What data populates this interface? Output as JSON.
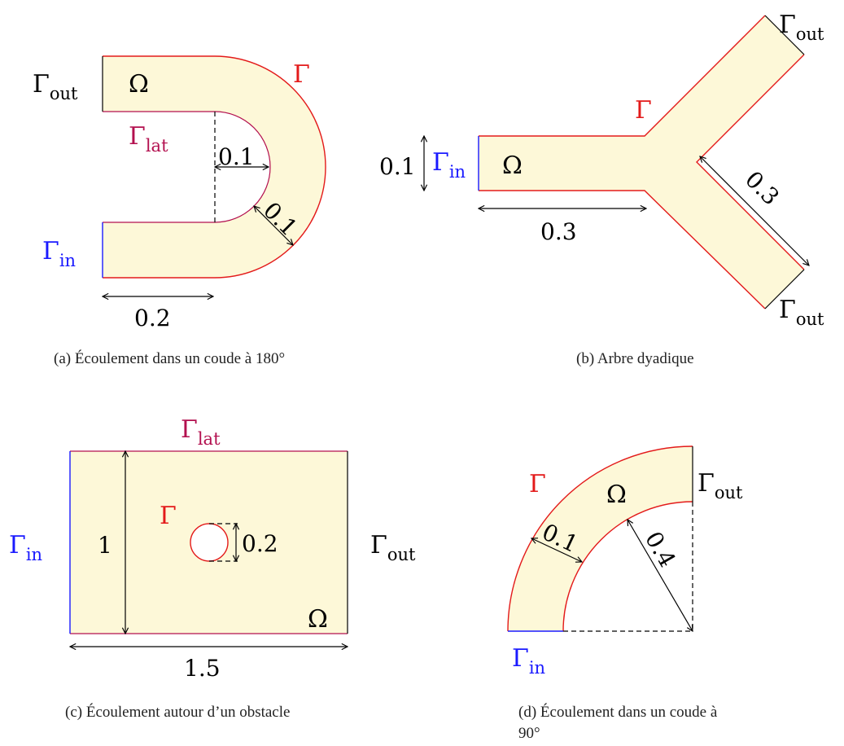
{
  "colors": {
    "domain_fill": "#fdf8d8",
    "wall": "#e31a1a",
    "inlet": "#1a1aff",
    "lateral": "#b3104f",
    "outlet": "#000000"
  },
  "panel_a": {
    "omega": "Ω",
    "gamma": "Γ",
    "gamma_out": "Γ",
    "gamma_out_sub": "out",
    "gamma_lat": "Γ",
    "gamma_lat_sub": "lat",
    "gamma_in": "Γ",
    "gamma_in_sub": "in",
    "dim_inner_radius": "0.1",
    "dim_width": "0.1",
    "dim_length": "0.2",
    "caption": "(a) Écoulement dans un coude à 180°"
  },
  "panel_b": {
    "omega": "Ω",
    "gamma": "Γ",
    "gamma_out_top": "Γ",
    "gamma_out_top_sub": "out",
    "gamma_out_bottom": "Γ",
    "gamma_out_bottom_sub": "out",
    "gamma_in": "Γ",
    "gamma_in_sub": "in",
    "dim_width": "0.1",
    "dim_length": "0.3",
    "dim_branch": "0.3",
    "caption": "(b) Arbre dyadique"
  },
  "panel_c": {
    "omega": "Ω",
    "gamma": "Γ",
    "gamma_lat": "Γ",
    "gamma_lat_sub": "lat",
    "gamma_in": "Γ",
    "gamma_in_sub": "in",
    "gamma_out": "Γ",
    "gamma_out_sub": "out",
    "dim_height": "1",
    "dim_width": "1.5",
    "dim_obstacle": "0.2",
    "caption": "(c) Écoulement autour d’un obstacle"
  },
  "panel_d": {
    "omega": "Ω",
    "gamma": "Γ",
    "gamma_out": "Γ",
    "gamma_out_sub": "out",
    "gamma_in": "Γ",
    "gamma_in_sub": "in",
    "dim_width": "0.1",
    "dim_radius": "0.4",
    "caption_line1": "(d) Écoulement dans un coude à",
    "caption_line2": "90°"
  }
}
